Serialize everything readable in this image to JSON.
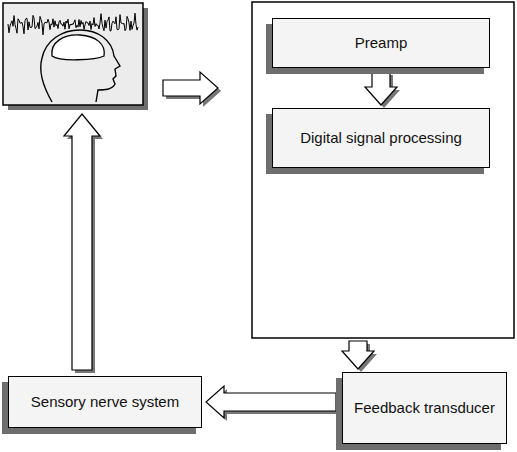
{
  "diagram": {
    "nodes": [
      {
        "text": [
          "Preamp"
        ]
      },
      {
        "text": [
          "Digital signal processing"
        ]
      },
      {
        "text": [
          "Feedback transducer"
        ]
      },
      {
        "text": [
          "Sensory nerve system"
        ]
      }
    ],
    "edges": [
      {
        "from": 0,
        "to": 1,
        "arrow": "to"
      },
      {
        "from": 1,
        "to": 2,
        "arrow": "to"
      },
      {
        "from": 2,
        "to": 3,
        "arrow": "to"
      }
    ]
  }
}
